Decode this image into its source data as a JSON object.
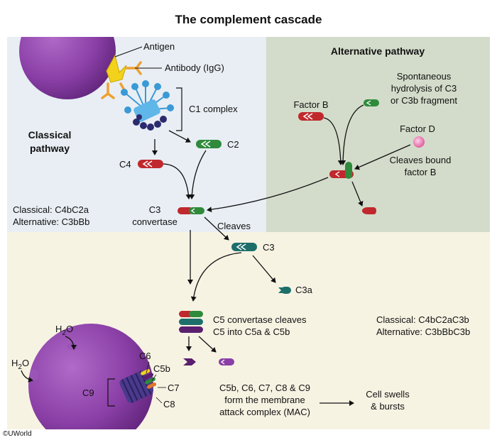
{
  "title": "The complement cascade",
  "classical": {
    "heading_line1": "Classical",
    "heading_line2": "pathway",
    "antigen": "Antigen",
    "antibody": "Antibody (IgG)",
    "c1_complex": "C1 complex",
    "c2": "C2",
    "c4": "C4"
  },
  "alternative": {
    "heading": "Alternative pathway",
    "spontaneous_line1": "Spontaneous",
    "spontaneous_line2": "hydrolysis of C3",
    "spontaneous_line3": "or C3b fragment",
    "factor_b": "Factor B",
    "factor_d": "Factor D",
    "cleaves_line1": "Cleaves bound",
    "cleaves_line2": "factor B"
  },
  "c3_convertase": {
    "label_line1": "C3",
    "label_line2": "convertase",
    "classical_formula": "Classical: C4bC2a",
    "alternative_formula": "Alternative: C3bBb",
    "cleaves": "Cleaves",
    "c3": "C3",
    "c3a": "C3a"
  },
  "c5_convertase": {
    "line1": "C5 convertase cleaves",
    "line2": "C5 into C5a & C5b",
    "classical_formula": "Classical: C4bC2aC3b",
    "alternative_formula": "Alternative: C3bBbC3b"
  },
  "mac": {
    "h2o": "H",
    "h2o_sub": "2",
    "h2o_tail": "O",
    "c6": "C6",
    "c5b": "C5b",
    "c7": "C7",
    "c8": "C8",
    "c9": "C9",
    "desc_line1": "C5b, C6, C7, C8 & C9",
    "desc_line2": "form the membrane",
    "desc_line3": "attack complex (MAC)",
    "result_line1": "Cell swells",
    "result_line2": "& bursts"
  },
  "copyright": "©UWorld",
  "colors": {
    "classical_bg": "#e8eef4",
    "alternative_bg": "#d3dcca",
    "lower_bg": "#f7f3e3",
    "cell_purple": "#8a3fa6",
    "protein_red": "#c0282d",
    "protein_green": "#2f8a3c",
    "protein_teal": "#1d6f6a",
    "protein_purple": "#5a1f6e",
    "factor_d_pink": "#e070b0",
    "antigen_yellow": "#f2d21b",
    "antibody_orange": "#f0a030",
    "c1_blue": "#3a9ad6"
  }
}
